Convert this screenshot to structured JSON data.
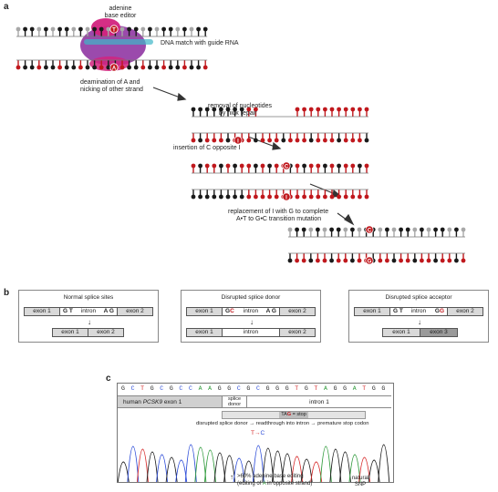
{
  "panel_a": {
    "letter": "a",
    "editor_label_1": "adenine",
    "editor_label_2": "base editor",
    "guide_label": "DNA match with guide RNA",
    "base_T": "T",
    "base_A": "A",
    "base_I": "I",
    "base_C": "C",
    "base_G": "G",
    "step1_l1": "deamination of A and",
    "step1_l2": "nicking of other strand",
    "step2_l1": "removal of nucleotides",
    "step2_l2": "by nick repair",
    "step3": "insertion of C opposite I",
    "step4_l1": "replacement of I with G to complete",
    "step4_l2": "A•T to G•C transition mutation",
    "colors": {
      "red": "#c0181d",
      "black": "#1a1a1a",
      "grey": "#a8a8a8",
      "purple": "#8a2a9e",
      "magenta": "#d2237e",
      "cyan": "#3fb6c7"
    }
  },
  "panel_b": {
    "letter": "b",
    "normal": {
      "title": "Normal splice sites",
      "exon1": "exon 1",
      "gt": "G T",
      "intron": "intron",
      "ag": "A G",
      "exon2": "exon 2",
      "out_exon1": "exon 1",
      "out_exon2": "exon 2"
    },
    "donor": {
      "title": "Disrupted splice donor",
      "exon1": "exon 1",
      "g": "G",
      "c": "C",
      "intron": "intron",
      "ag": "A G",
      "exon2": "exon 2",
      "out_exon1": "exon 1",
      "out_intron": "intron",
      "out_exon2": "exon 2"
    },
    "acceptor": {
      "title": "Disrupted splice acceptor",
      "exon1": "exon 1",
      "gt": "G T",
      "intron": "intron",
      "g1": "G",
      "g2": "G",
      "exon2": "exon 2",
      "out_exon1": "exon 1",
      "out_exon3": "exon 3"
    }
  },
  "panel_c": {
    "letter": "c",
    "sequence": [
      "G",
      "C",
      "T",
      "G",
      "C",
      "G",
      "C",
      "C",
      "A",
      "A",
      "G",
      "G",
      "C",
      "G",
      "C",
      "G",
      "G",
      "G",
      "T",
      "G",
      "T",
      "A",
      "G",
      "G",
      "A",
      "T",
      "G",
      "G"
    ],
    "exon_label_1": "human ",
    "exon_label_gene": "PCSK9",
    "exon_label_2": " exon 1",
    "splice_donor_1": "splice",
    "splice_donor_2": "donor",
    "intron_label": "intron 1",
    "stop_ta": "TA",
    "stop_g": "G",
    "stop_rest": " = stop",
    "disruption": "disrupted splice donor → readthrough into intron → premature stop codon",
    "tc_t": "T",
    "tc_arrow": "→",
    "tc_c": "C",
    "editing_1": ">60% adenine base editing",
    "editing_2a": "(editing of ",
    "editing_2b": "A",
    "editing_2c": " in opposite strand)",
    "snp_1": "natural",
    "snp_2": "SNP",
    "base_colors": {
      "G": "#1a1a1a",
      "C": "#2b4bd8",
      "T": "#d62a2a",
      "A": "#2e9a3a"
    }
  }
}
